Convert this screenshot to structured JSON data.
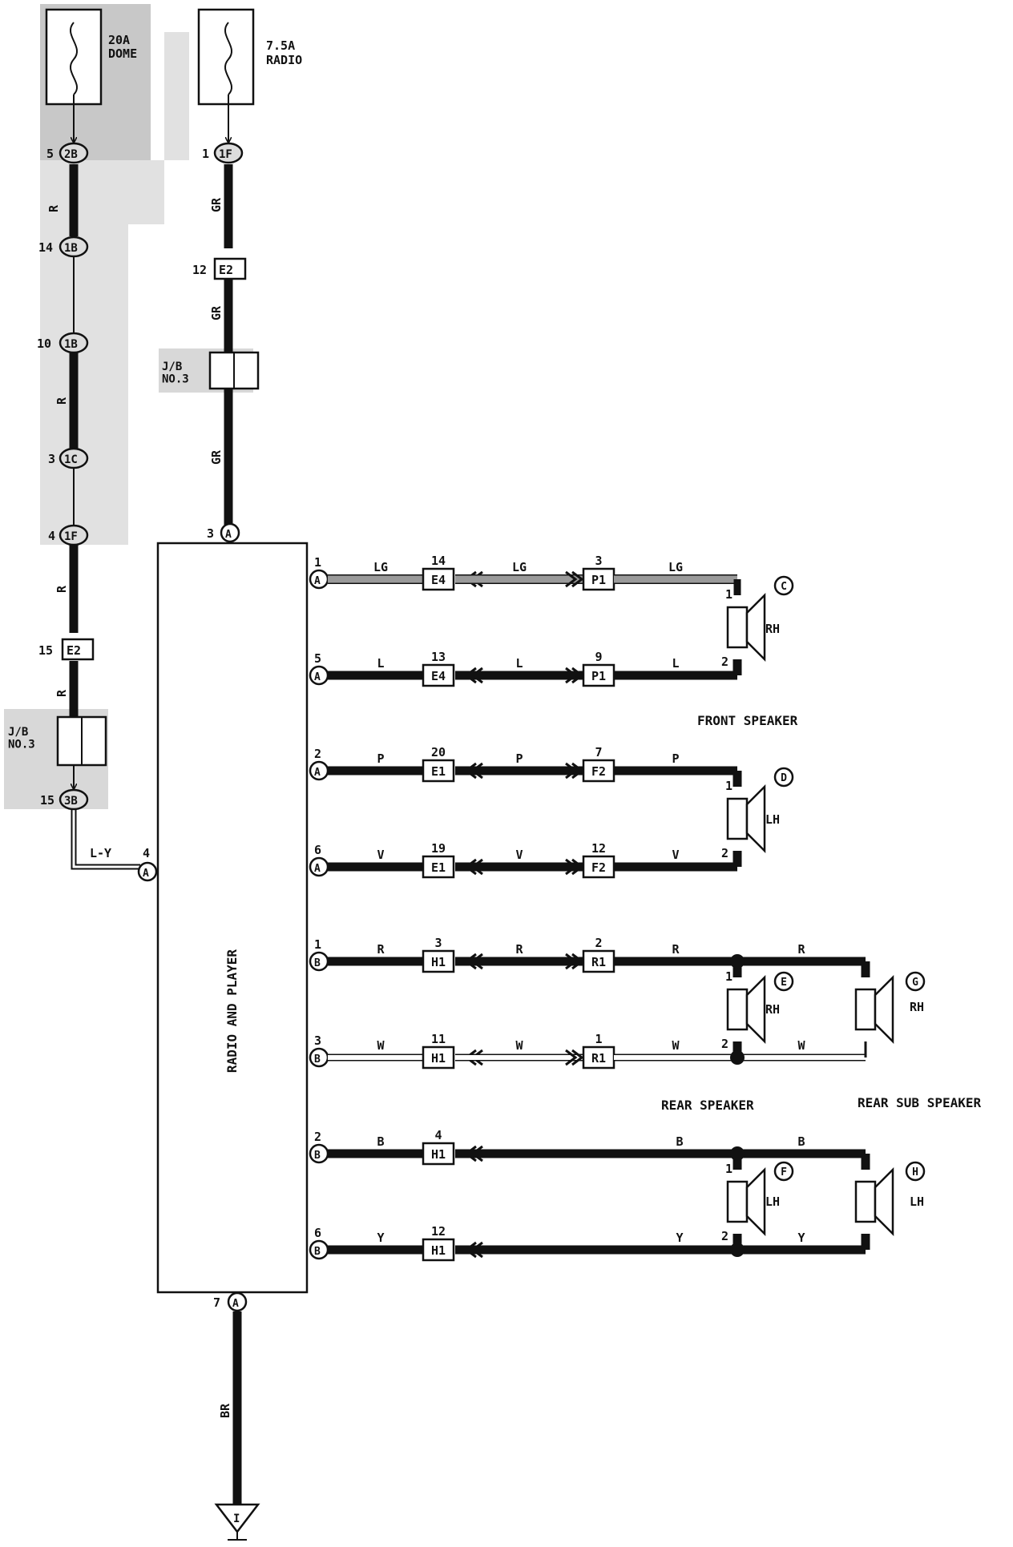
{
  "fuses": [
    {
      "rating": "20A",
      "name": "DOME"
    },
    {
      "rating": "7.5A",
      "name": "RADIO"
    }
  ],
  "left_branch": {
    "conn1": {
      "pin": "5",
      "label": "2B"
    },
    "wire1": "R",
    "conn2": {
      "pin": "14",
      "label": "1B"
    },
    "conn3": {
      "pin": "10",
      "label": "1B"
    },
    "wire2": "R",
    "conn4": {
      "pin": "3",
      "label": "1C"
    },
    "conn5": {
      "pin": "4",
      "label": "1F"
    },
    "wire3": "R",
    "conn6": {
      "pin": "15",
      "label": "E2"
    },
    "wire4": "R",
    "jb": "J/B\nNO.3",
    "conn7": {
      "pin": "15",
      "label": "3B"
    },
    "wire5": "L-Y"
  },
  "right_branch": {
    "conn1": {
      "pin": "1",
      "label": "1F"
    },
    "wire1": "GR",
    "conn2": {
      "pin": "12",
      "label": "E2"
    },
    "wire2": "GR",
    "jb": "J/B\nNO.3",
    "wire3": "GR"
  },
  "unit": {
    "name": "RADIO AND PLAYER",
    "top_pin": {
      "pin": "3",
      "label": "A"
    },
    "left_pin": {
      "pin": "4",
      "label": "A"
    },
    "bottom_pin": {
      "pin": "7",
      "label": "A"
    },
    "ground_wire": "BR",
    "ground_label": "I"
  },
  "output_rows": [
    {
      "pin": "1",
      "conn": "A",
      "w1": "LG",
      "j1": {
        "num": "14",
        "label": "E4"
      },
      "w2": "LG",
      "j2": {
        "num": "3",
        "label": "P1"
      },
      "w3": "LG",
      "spk": "1"
    },
    {
      "pin": "5",
      "conn": "A",
      "w1": "L",
      "j1": {
        "num": "13",
        "label": "E4"
      },
      "w2": "L",
      "j2": {
        "num": "9",
        "label": "P1"
      },
      "w3": "L",
      "spk": "2"
    },
    {
      "pin": "2",
      "conn": "A",
      "w1": "P",
      "j1": {
        "num": "20",
        "label": "E1"
      },
      "w2": "P",
      "j2": {
        "num": "7",
        "label": "F2"
      },
      "w3": "P",
      "spk": "1"
    },
    {
      "pin": "6",
      "conn": "A",
      "w1": "V",
      "j1": {
        "num": "19",
        "label": "E1"
      },
      "w2": "V",
      "j2": {
        "num": "12",
        "label": "F2"
      },
      "w3": "V",
      "spk": "2"
    },
    {
      "pin": "1",
      "conn": "B",
      "w1": "R",
      "j1": {
        "num": "3",
        "label": "H1"
      },
      "w2": "R",
      "j2": {
        "num": "2",
        "label": "R1"
      },
      "w3": "R",
      "w4": "R",
      "spk": "1"
    },
    {
      "pin": "3",
      "conn": "B",
      "w1": "W",
      "j1": {
        "num": "11",
        "label": "H1"
      },
      "w2": "W",
      "j2": {
        "num": "1",
        "label": "R1"
      },
      "w3": "W",
      "w4": "W",
      "spk": "2"
    },
    {
      "pin": "2",
      "conn": "B",
      "w1": "B",
      "j1": {
        "num": "4",
        "label": "H1"
      },
      "w3": "B",
      "w4": "B",
      "spk": "1"
    },
    {
      "pin": "6",
      "conn": "B",
      "w1": "Y",
      "j1": {
        "num": "12",
        "label": "H1"
      },
      "w3": "Y",
      "w4": "Y",
      "spk": "2"
    }
  ],
  "speakers": [
    {
      "id": "C",
      "side": "RH"
    },
    {
      "id": "D",
      "side": "LH"
    },
    {
      "id": "E",
      "side": "RH"
    },
    {
      "id": "G",
      "side": "RH"
    },
    {
      "id": "F",
      "side": "LH"
    },
    {
      "id": "H",
      "side": "LH"
    }
  ],
  "section_labels": {
    "front": "FRONT SPEAKER",
    "rear": "REAR SPEAKER",
    "rear_sub": "REAR SUB SPEAKER"
  },
  "colors": {
    "ink": "#111111",
    "shade": "#c8c8c8",
    "paper": "#ffffff"
  }
}
